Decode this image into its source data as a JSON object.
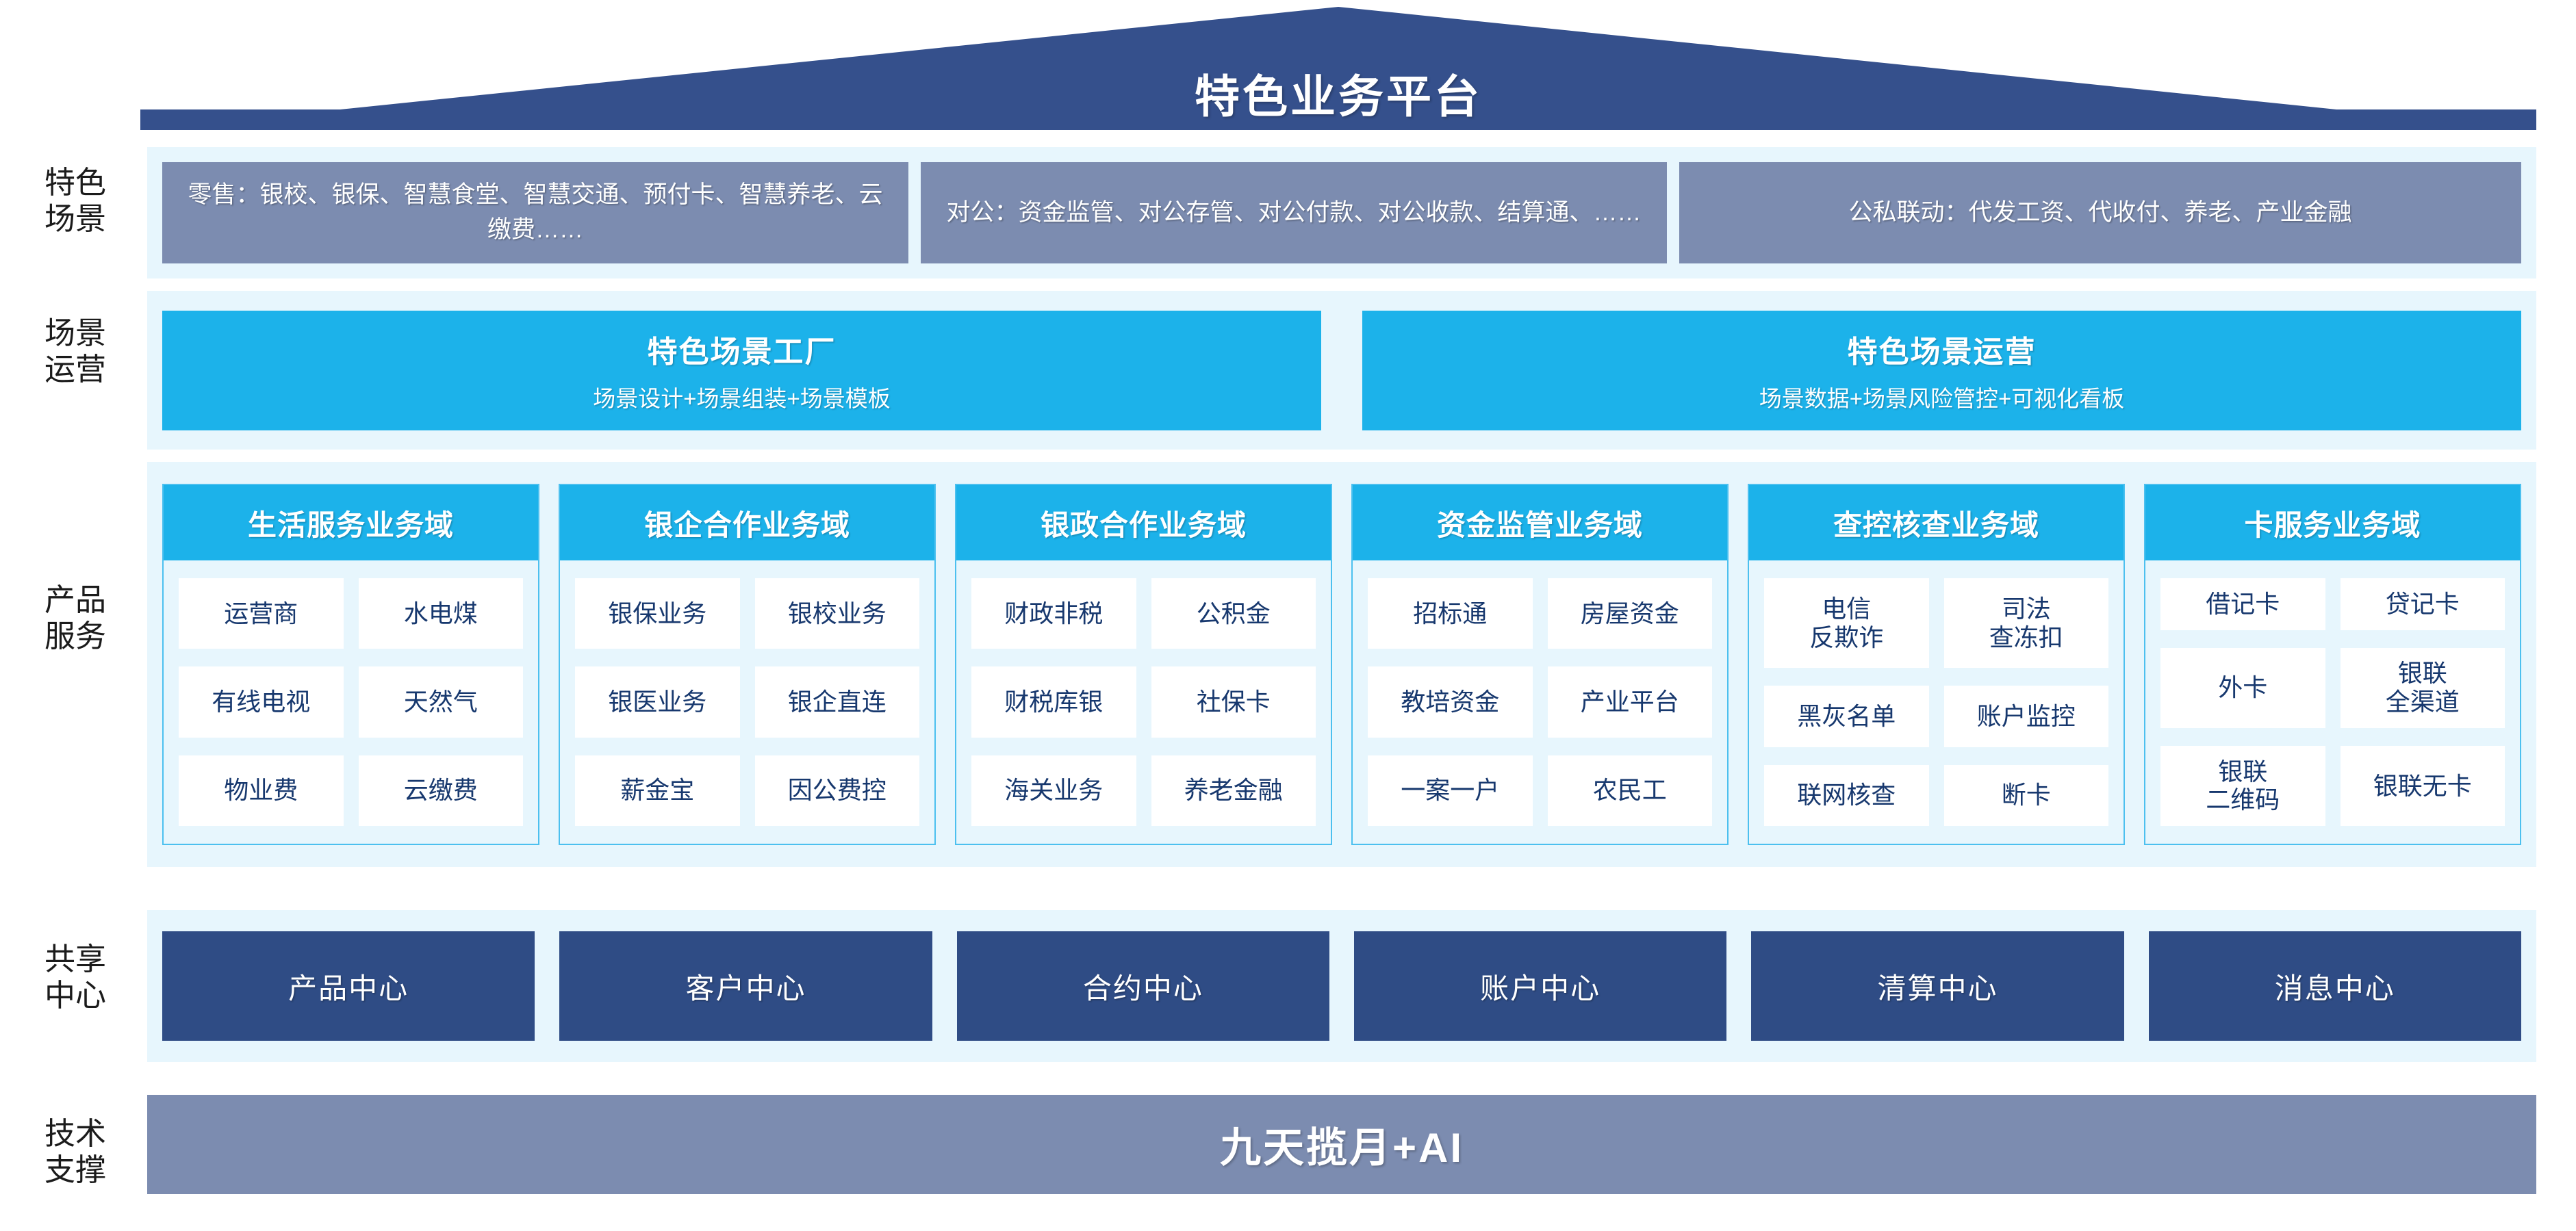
{
  "header": {
    "title": "特色业务平台",
    "shape": "roof-pennant",
    "color": "#35508c"
  },
  "palette": {
    "roof_navy": "#35508c",
    "band_bg": "#e7f6fd",
    "scenario_slate": "#7c8cb0",
    "cyan": "#1cb2ea",
    "cyan_border": "#4cc0ef",
    "deep_navy": "#2f4c85",
    "cell_text": "#17386e",
    "cell_bg": "#ffffff",
    "label_text": "#1b1b1b"
  },
  "rows": [
    {
      "label": "特色\n场景",
      "label_lines": [
        "特色",
        "场景"
      ],
      "boxes": [
        "零售：银校、银保、智慧食堂、智慧交通、预付卡、智慧养老、云缴费……",
        "对公：资金监管、对公存管、对公付款、对公收款、结算通、……",
        "公私联动：代发工资、代收付、养老、产业金融"
      ]
    },
    {
      "label_lines": [
        "场景",
        "运营"
      ],
      "boxes": [
        {
          "title": "特色场景工厂",
          "sub": "场景设计+场景组装+场景模板"
        },
        {
          "title": "特色场景运营",
          "sub": "场景数据+场景风险管控+可视化看板"
        }
      ]
    },
    {
      "label_lines": [
        "产品",
        "服务"
      ],
      "columns": [
        {
          "title": "生活服务业务域",
          "cells": [
            "运营商",
            "水电煤",
            "有线电视",
            "天然气",
            "物业费",
            "云缴费"
          ]
        },
        {
          "title": "银企合作业务域",
          "cells": [
            "银保业务",
            "银校业务",
            "银医业务",
            "银企直连",
            "薪金宝",
            "因公费控"
          ]
        },
        {
          "title": "银政合作业务域",
          "cells": [
            "财政非税",
            "公积金",
            "财税库银",
            "社保卡",
            "海关业务",
            "养老金融"
          ]
        },
        {
          "title": "资金监管业务域",
          "cells": [
            "招标通",
            "房屋资金",
            "教培资金",
            "产业平台",
            "一案一户",
            "农民工"
          ]
        },
        {
          "title": "查控核查业务域",
          "cells": [
            "电信\n反欺诈",
            "司法\n查冻扣",
            "黑灰名单",
            "账户监控",
            "联网核查",
            "断卡"
          ]
        },
        {
          "title": "卡服务业务域",
          "cells": [
            "借记卡",
            "贷记卡",
            "外卡",
            "银联\n全渠道",
            "银联\n二维码",
            "银联无卡"
          ]
        }
      ]
    },
    {
      "label_lines": [
        "共享",
        "中心"
      ],
      "boxes": [
        "产品中心",
        "客户中心",
        "合约中心",
        "账户中心",
        "清算中心",
        "消息中心"
      ]
    },
    {
      "label_lines": [
        "技术",
        "支撑"
      ],
      "bar": "九天揽月+AI"
    }
  ]
}
